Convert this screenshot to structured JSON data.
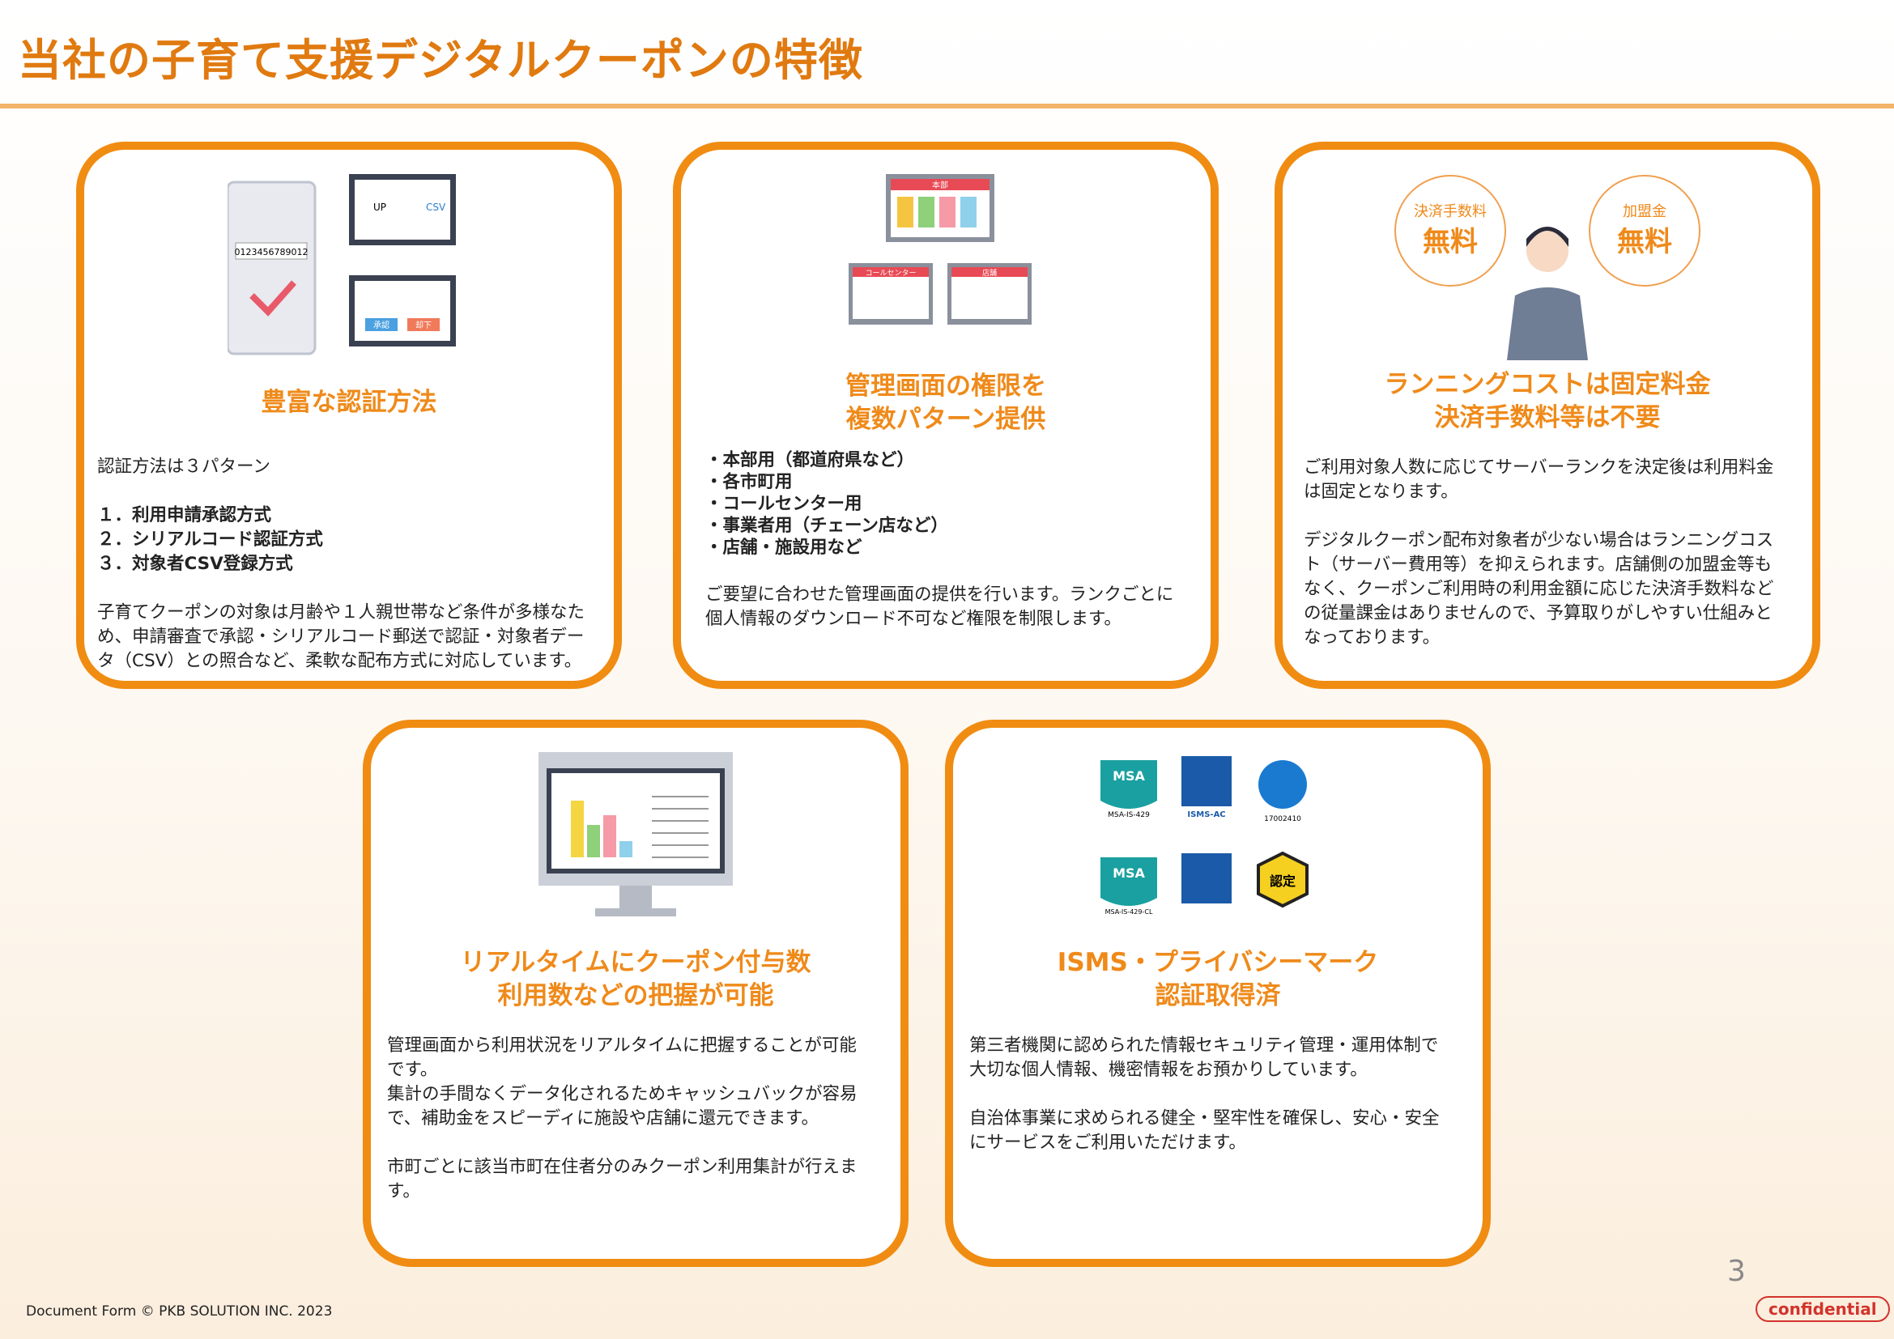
{
  "title": "当社の子育て支援デジタルクーポンの特徴",
  "colors": {
    "accent": "#f08c12",
    "heading": "#ef8a1a",
    "confidential": "#d2332c"
  },
  "cards": [
    {
      "heading": [
        "豊富な認証方法"
      ],
      "illustration": {
        "serial": "0123456789012",
        "up": "UP",
        "csv": "CSV",
        "approve": "承認",
        "reject": "却下"
      },
      "intro": "認証方法は３パターン",
      "list": [
        "１．利用申請承認方式",
        "２．シリアルコード認証方式",
        "３．対象者CSV登録方式"
      ],
      "paragraphs": [
        "子育てクーポンの対象は月齢や１人親世帯など条件が多様なため、申請審査で承認・シリアルコード郵送で認証・対象者データ（CSV）との照合など、柔軟な配布方式に対応しています。"
      ]
    },
    {
      "heading": [
        "管理画面の権限を",
        "複数パターン提供"
      ],
      "illustration": {
        "hq": "本部",
        "call": "コールセンター",
        "store": "店舗"
      },
      "list": [
        "・本部用（都道府県など）",
        "・各市町用",
        "・コールセンター用",
        "・事業者用（チェーン店など）",
        "・店舗・施設用など"
      ],
      "paragraphs": [
        "ご要望に合わせた管理画面の提供を行います。ランクごとに個人情報のダウンロード不可など権限を制限します。"
      ]
    },
    {
      "heading": [
        "ランニングコストは固定料金",
        "決済手数料等は不要"
      ],
      "illustration": {
        "fee_label": "決済手数料",
        "fee_value": "無料",
        "join_label": "加盟金",
        "join_value": "無料"
      },
      "paragraphs": [
        "ご利用対象人数に応じてサーバーランクを決定後は利用料金は固定となります。",
        "デジタルクーポン配布対象者が少ない場合はランニングコスト（サーバー費用等）を抑えられます。店舗側の加盟金等もなく、クーポンご利用時の利用金額に応じた決済手数料などの従量課金はありませんので、予算取りがしやすい仕組みとなっております。"
      ]
    },
    {
      "heading": [
        "リアルタイムにクーポン付与数",
        "利用数などの把握が可能"
      ],
      "paragraphs": [
        "管理画面から利用状況をリアルタイムに把握することが可能です。\n集計の手間なくデータ化されるためキャッシュバックが容易で、補助金をスピーディに施設や店舗に還元できます。",
        "市町ごとに該当市町在住者分のみクーポン利用集計が行えます。"
      ]
    },
    {
      "heading": [
        "ISMS・プライバシーマーク",
        "認証取得済"
      ],
      "illustration": {
        "msa1": "MSA-IS-429",
        "msa2": "MSA-IS-429-CL",
        "isms": "ISMS-AC",
        "pmark": "17002410",
        "nintei": "認定"
      },
      "paragraphs": [
        "第三者機関に認められた情報セキュリティ管理・運用体制で大切な個人情報、機密情報をお預かりしています。",
        "自治体事業に求められる健全・堅牢性を確保し、安心・安全にサービスをご利用いただけます。"
      ]
    }
  ],
  "footer": "Document Form © PKB SOLUTION INC. 2023",
  "page_number": "3",
  "confidential": "confidential"
}
